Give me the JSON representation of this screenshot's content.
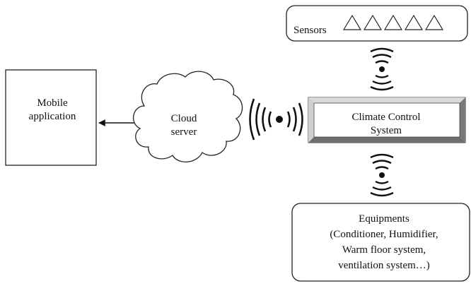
{
  "nodes": {
    "mobile": {
      "line1": "Mobile",
      "line2": "application"
    },
    "cloud": {
      "line1": "Cloud",
      "line2": "server"
    },
    "sensors": {
      "label": "Sensors"
    },
    "climate": {
      "line1": "Climate Control",
      "line2": "System"
    },
    "equipments": {
      "line1": "Equipments",
      "line2": "(Conditioner, Humidifier,",
      "line3": "Warm floor system,",
      "line4": "ventilation system…)"
    }
  }
}
